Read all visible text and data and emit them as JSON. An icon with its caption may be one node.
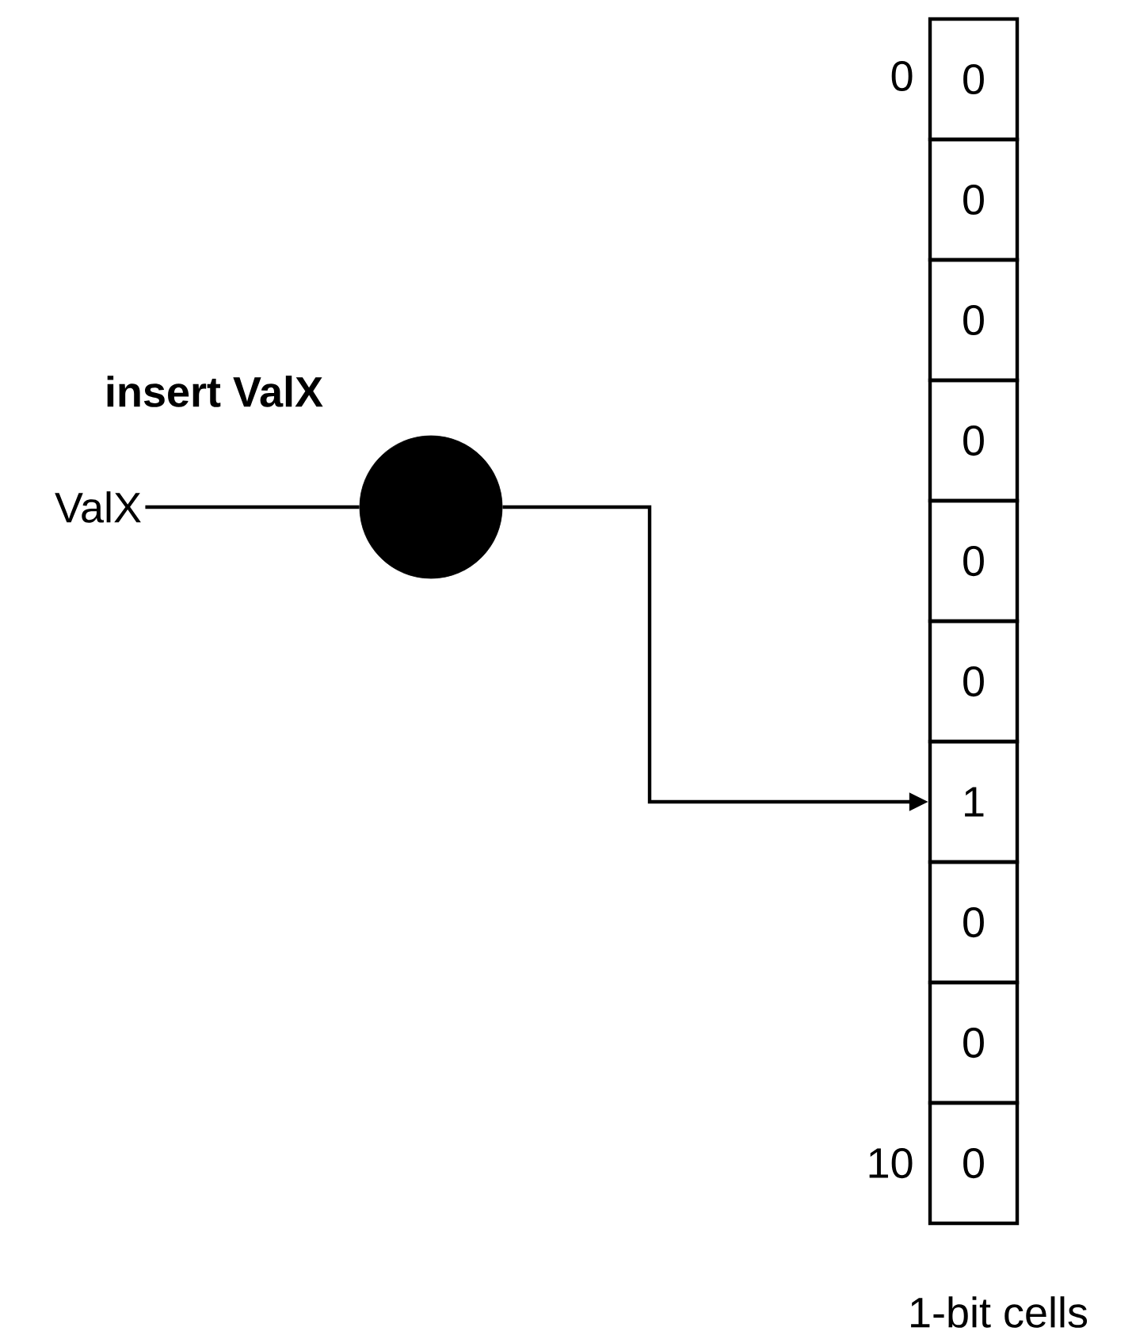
{
  "diagram": {
    "nodes": [
      {
        "text": [
          "ValX"
        ]
      },
      {
        "text": [],
        "shape": "circle"
      },
      {
        "text": [
          "0"
        ],
        "beside": [
          "0"
        ]
      },
      {
        "text": [
          "0"
        ]
      },
      {
        "text": [
          "0"
        ]
      },
      {
        "text": [
          "0"
        ]
      },
      {
        "text": [
          "0"
        ]
      },
      {
        "text": [
          "0"
        ]
      },
      {
        "text": [
          "1"
        ]
      },
      {
        "text": [
          "0"
        ]
      },
      {
        "text": [
          "0"
        ]
      },
      {
        "text": [
          "0"
        ],
        "beside": [
          "10"
        ]
      }
    ],
    "edges": [
      {
        "from": 0,
        "to": 1,
        "arrow": "none"
      },
      {
        "from": 1,
        "to": 8,
        "arrow": "to"
      }
    ],
    "labels": [
      "**insert ValX**",
      "1-bit cells"
    ]
  }
}
